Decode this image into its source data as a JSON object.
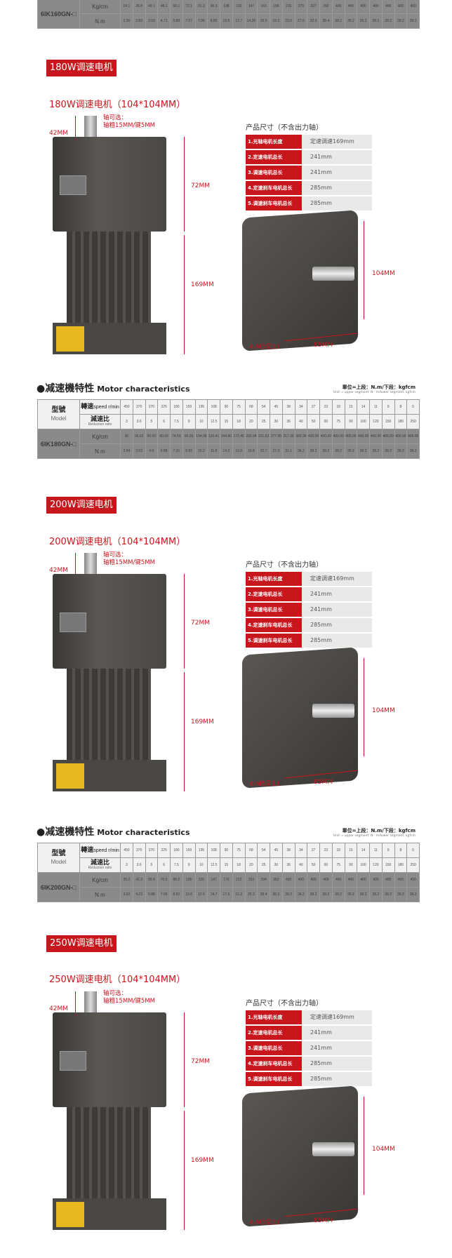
{
  "top_table": {
    "model": "6IK160GN-□",
    "kg_label": "Kg/cm",
    "nm_label": "N.m",
    "kg": [
      "24.1",
      "28.8",
      "40.1",
      "48.1",
      "60.1",
      "72.1",
      "81.3",
      "90.3",
      "108",
      "130",
      "147",
      "163",
      "196",
      "235",
      "279",
      "327",
      "392",
      "400",
      "400",
      "400",
      "400",
      "400",
      "400",
      "400"
    ],
    "nm": [
      "2.36",
      "2.83",
      "3.93",
      "4.71",
      "5.89",
      "7.07",
      "7.96",
      "8.85",
      "10.6",
      "12.7",
      "14.35",
      "16.0",
      "19.2",
      "23.0",
      "27.6",
      "32.0",
      "38.4",
      "39.2",
      "39.2",
      "39.2",
      "39.2",
      "39.2",
      "39.2",
      "39.2"
    ]
  },
  "common": {
    "size_title": "产品尺寸（不含出力轴）",
    "shaft_note_1": "轴可选：",
    "shaft_note_2": "轴粗15MM/键5MM",
    "dim_42": "42MM",
    "dim_72": "72MM",
    "dim_169": "169MM",
    "dim_104": "104MM",
    "dim_85": "85MM",
    "dim_hole": "4-M8深30",
    "size_rows": [
      {
        "k": "1.光轴电机长度",
        "v": "定速调速169mm"
      },
      {
        "k": "2.定速电机总长",
        "v": "241mm"
      },
      {
        "k": "3.调速电机总长",
        "v": "241mm"
      },
      {
        "k": "4.定速刹车电机总长",
        "v": "285mm"
      },
      {
        "k": "5.调速刹车电机总长",
        "v": "285mm"
      }
    ],
    "char_title": "●减速機特性",
    "char_title_en": "Motor characteristics",
    "unit_text": "單位=上段：N.m/下段：kgfcm",
    "unit_sub": "Unit = upper segment: N · m/lower segment: kgfcm",
    "model_zh": "型號",
    "model_en": "Model",
    "speed_zh": "轉速",
    "speed_en": "speed r/min",
    "ratio_zh": "減速比",
    "ratio_en": "Reduction ratio",
    "kg_label": "Kg/cm",
    "nm_label": "N.m",
    "speeds": [
      "450",
      "375",
      "270",
      "225",
      "180",
      "150",
      "135",
      "108",
      "90",
      "75",
      "68",
      "54",
      "45",
      "38",
      "34",
      "27",
      "23",
      "18",
      "15",
      "14",
      "11",
      "9",
      "8",
      "5"
    ],
    "ratios": [
      "3",
      "3.6",
      "5",
      "6",
      "7.5",
      "9",
      "10",
      "12.5",
      "15",
      "18",
      "20",
      "25",
      "30",
      "36",
      "40",
      "50",
      "60",
      "75",
      "90",
      "100",
      "120",
      "150",
      "180",
      "250"
    ]
  },
  "sections": [
    {
      "banner": "180W调速电机",
      "title": "180W调速电机（104*104MM）",
      "model": "6IK180GN-□",
      "kg": [
        "30",
        "36.02",
        "50.00",
        "60.00",
        "74.59",
        "90.00",
        "104.08",
        "120.41",
        "144.90",
        "172.45",
        "202.04",
        "231.63",
        "277.55",
        "317.35",
        "369.39",
        "400.00",
        "400.00",
        "400.00",
        "400.00",
        "400.00",
        "400.00",
        "400.00",
        "400.00",
        "400.00"
      ],
      "nm": [
        "2.94",
        "3.53",
        "4.9",
        "5.88",
        "7.31",
        "8.82",
        "10.2",
        "11.8",
        "14.2",
        "16.9",
        "19.8",
        "22.7",
        "27.2",
        "31.1",
        "36.2",
        "39.2",
        "39.2",
        "39.2",
        "39.2",
        "39.2",
        "39.2",
        "39.2",
        "39.2",
        "39.2"
      ]
    },
    {
      "banner": "200W调速电机",
      "title": "200W调速电机（104*104MM）",
      "model": "6IK200GN-□",
      "kg": [
        "35.2",
        "42.3",
        "58.8",
        "70.6",
        "88.2",
        "106",
        "126",
        "147",
        "176",
        "212",
        "253",
        "294",
        "353",
        "400",
        "400",
        "400",
        "400",
        "400",
        "400",
        "400",
        "400",
        "400",
        "400",
        "400"
      ],
      "nm": [
        "3.52",
        "4.23",
        "5.88",
        "7.06",
        "8.82",
        "10.6",
        "12.6",
        "14.7",
        "17.6",
        "21.2",
        "25.3",
        "29.4",
        "35.3",
        "39.2",
        "39.2",
        "39.2",
        "39.2",
        "39.2",
        "39.2",
        "39.2",
        "39.2",
        "39.2",
        "39.2",
        "39.2"
      ]
    },
    {
      "banner": "250W调速电机",
      "title": "250W调速电机（104*104MM）"
    }
  ],
  "colors": {
    "accent": "#c8161d",
    "table_dark": "#8a8a8a",
    "motor": "#4a4845"
  }
}
